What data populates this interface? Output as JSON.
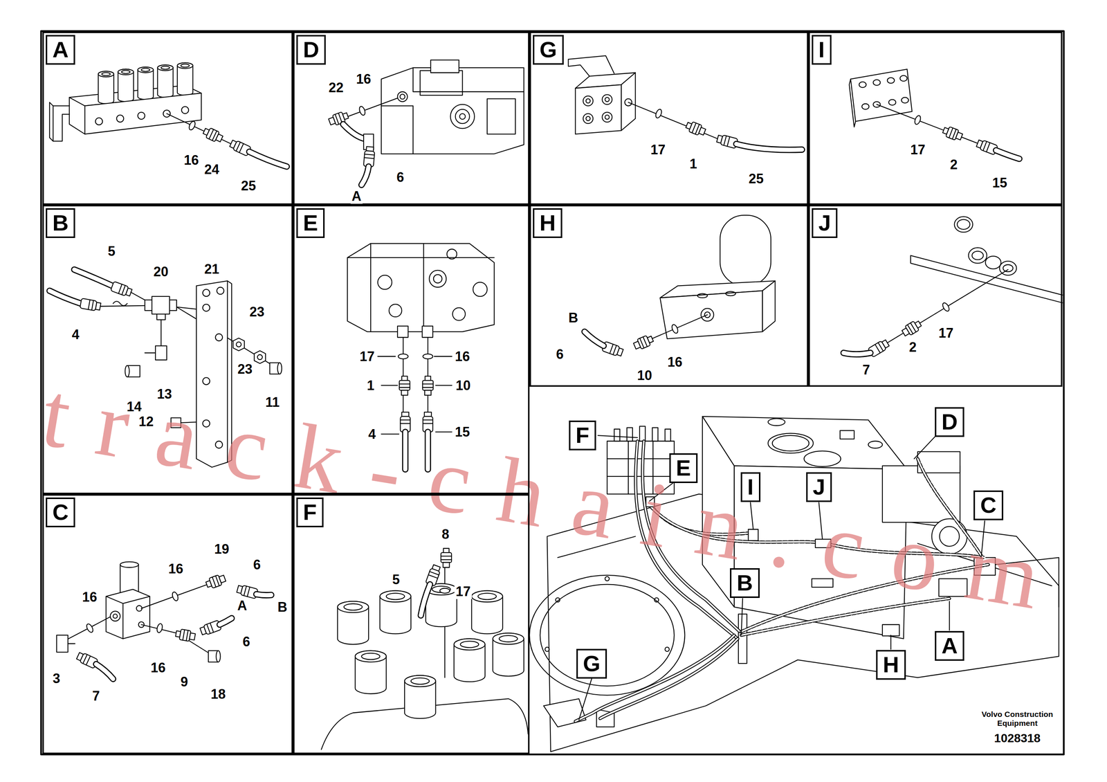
{
  "diagram": {
    "nodes": [
      {
        "text": [
          "A"
        ]
      },
      {
        "text": [
          "D"
        ]
      },
      {
        "text": [
          "G"
        ]
      },
      {
        "text": [
          "I"
        ]
      },
      {
        "text": [
          "B"
        ]
      },
      {
        "text": [
          "E"
        ]
      },
      {
        "text": [
          "H"
        ]
      },
      {
        "text": [
          "J"
        ]
      },
      {
        "text": [
          "C"
        ]
      },
      {
        "text": [
          "F"
        ]
      },
      {
        "text": [
          "F"
        ]
      },
      {
        "text": [
          "E"
        ]
      },
      {
        "text": [
          "I"
        ]
      },
      {
        "text": [
          "J"
        ]
      },
      {
        "text": [
          "D"
        ]
      },
      {
        "text": [
          "C"
        ]
      },
      {
        "text": [
          "B"
        ]
      },
      {
        "text": [
          "A"
        ]
      },
      {
        "text": [
          "H"
        ]
      },
      {
        "text": [
          "G"
        ]
      }
    ],
    "labels": [
      "16",
      "24",
      "25",
      "22",
      "16",
      "A",
      "6",
      "17",
      "1",
      "25",
      "17",
      "2",
      "15",
      "5",
      "20",
      "21",
      "4",
      "23",
      "23",
      "11",
      "14",
      "13",
      "12",
      "17",
      "16",
      "1",
      "10",
      "4",
      "15",
      "B",
      "6",
      "10",
      "16",
      "7",
      "2",
      "17",
      "19",
      "6",
      "16",
      "16",
      "B",
      "A",
      "6",
      "3",
      "16",
      "9",
      "7",
      "18",
      "8",
      "5",
      "17",
      "Volvo Construction Equipment",
      "1028318",
      "track-chain.com"
    ]
  }
}
